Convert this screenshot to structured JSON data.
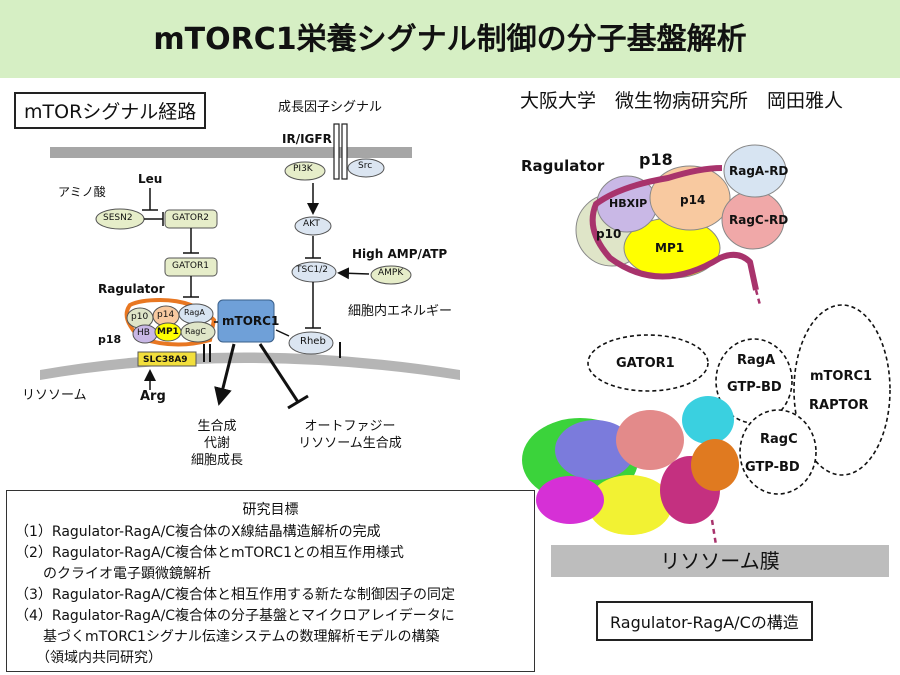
{
  "title": "mTORC1栄養シグナル制御の分子基盤解析",
  "pathway_label": "mTORシグナル経路",
  "author": "大阪大学　微生物病研究所　岡田雅人",
  "pathway": {
    "growth_factor": "成長因子シグナル",
    "receptor": "IR/IGFR",
    "pi3k": "PI3K",
    "src": "Src",
    "akt": "AKT",
    "tsc": "TSC1/2",
    "ampk": "AMPK",
    "high_amp": "High AMP/ATP",
    "energy": "細胞内エネルギー",
    "rheb": "Rheb",
    "amino_acid": "アミノ酸",
    "leu": "Leu",
    "sesn2": "SESN2",
    "gator2": "GATOR2",
    "gator1": "GATOR1",
    "ragulator": "Ragulator",
    "p18": "p18",
    "p10": "p10",
    "p14": "p14",
    "raga": "RagA",
    "hb": "HB",
    "mp1": "MP1",
    "ragc": "RagC",
    "mtorc1": "mTORC1",
    "slc38a9": "SLC38A9",
    "lysosome": "リソソーム",
    "arg": "Arg",
    "out1": [
      "生合成",
      "代謝",
      "細胞成長"
    ],
    "out2": [
      "オートファジー",
      "リソソーム生合成"
    ]
  },
  "complex": {
    "ragulator": "Ragulator",
    "p18": "p18",
    "raga_rd": "RagA-RD",
    "hbxip": "HBXIP",
    "p14": "p14",
    "ragc_rd": "RagC-RD",
    "p10": "p10",
    "mp1": "MP1"
  },
  "structure": {
    "gator1": "GATOR1",
    "raga": "RagA",
    "raga_gtp": "GTP-BD",
    "mtorc1": "mTORC1",
    "raptor": "RAPTOR",
    "ragc": "RagC",
    "ragc_gtp": "GTP-BD",
    "membrane": "リソソーム膜",
    "caption": "Ragulator-RagA/Cの構造"
  },
  "goals": {
    "heading": "研究目標",
    "lines": [
      "（1）Ragulator-RagA/C複合体のX線結晶構造解析の完成",
      "（2）Ragulator-RagA/C複合体とmTORC1との相互作用様式",
      "　　のクライオ電子顕微鏡解析",
      "（3）Ragulator-RagA/C複合体と相互作用する新たな制御因子の同定",
      "（4）Ragulator-RagA/C複合体の分子基盤とマイクロアレイデータに",
      "　　基づくmTORC1シグナル伝達システムの数理解析モデルの構築",
      "　　（領域内共同研究）"
    ]
  },
  "colors": {
    "title_bg": "#d6efc4",
    "membrane": "#a6a6a6",
    "p18": "#a8336c",
    "mtorc1": "#6fa0d8",
    "mp1": "#ffff00",
    "hbxip": "#c9b8e6",
    "p14": "#f8c9a0",
    "raga": "#d7e4f2",
    "ragc": "#f0a8a8",
    "p10": "#dfe5c8",
    "pill": "#e6edc9",
    "slc": "#f2df3c"
  }
}
